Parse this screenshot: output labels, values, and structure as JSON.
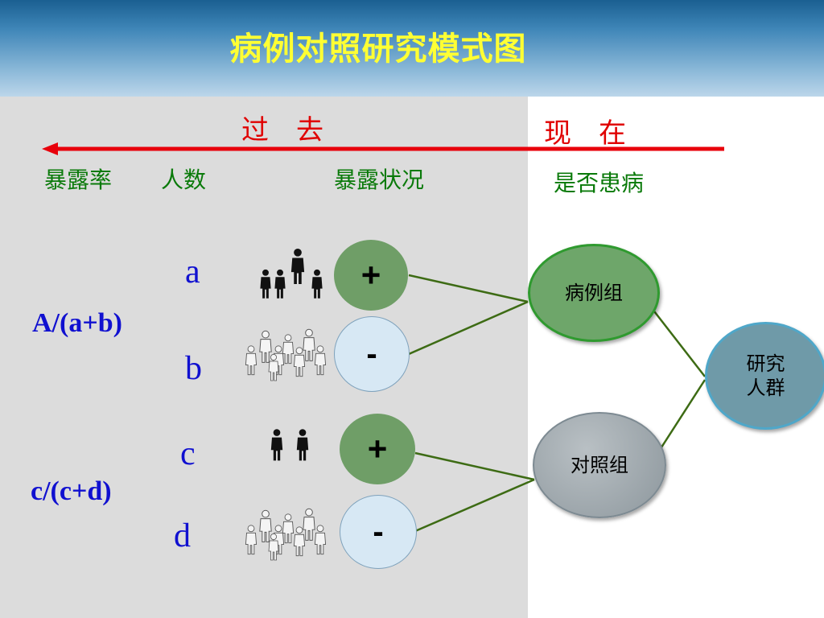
{
  "title": "病例对照研究模式图",
  "timeline": {
    "past": "过　去",
    "present": "现　在"
  },
  "headers": {
    "rate": "暴露率",
    "count": "人数",
    "exposure": "暴露状况",
    "disease": "是否患病"
  },
  "cells": [
    {
      "letter": "a",
      "sign": "+",
      "people": 4,
      "style": "black"
    },
    {
      "letter": "b",
      "sign": "-",
      "people": 8,
      "style": "white"
    },
    {
      "letter": "c",
      "sign": "+",
      "people": 2,
      "style": "black"
    },
    {
      "letter": "d",
      "sign": "-",
      "people": 8,
      "style": "white"
    }
  ],
  "ratios": {
    "case": "A/(a+b)",
    "control": "c/(c+d)"
  },
  "groups": {
    "case": "病例组",
    "control": "对照组",
    "population": "研究\n人群"
  },
  "colors": {
    "arrow": "#e8000b",
    "plus": "#6f9e67",
    "minus": "#d7e8f4",
    "case": "#6ea66a",
    "control": "#9da6ab",
    "population": "#6f9aa8",
    "connector": "#3d6b14"
  }
}
